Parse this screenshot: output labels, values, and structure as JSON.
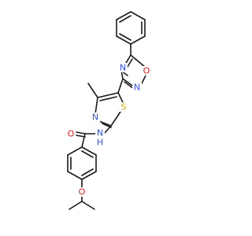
{
  "molecule": {
    "atom_labels": {
      "oxadiazole_o": "O",
      "oxadiazole_n_top": "N",
      "oxadiazole_n_bottom": "N",
      "thiazole_n": "N",
      "thiazole_s": "S",
      "amide_nh": "N",
      "amide_h": "H",
      "carbonyl_o": "O",
      "ether_o": "O"
    },
    "colors": {
      "nitrogen": "#3050f8",
      "oxygen": "#e0201b",
      "sulfur": "#c8b400",
      "bond": "#1a1a1a"
    }
  }
}
